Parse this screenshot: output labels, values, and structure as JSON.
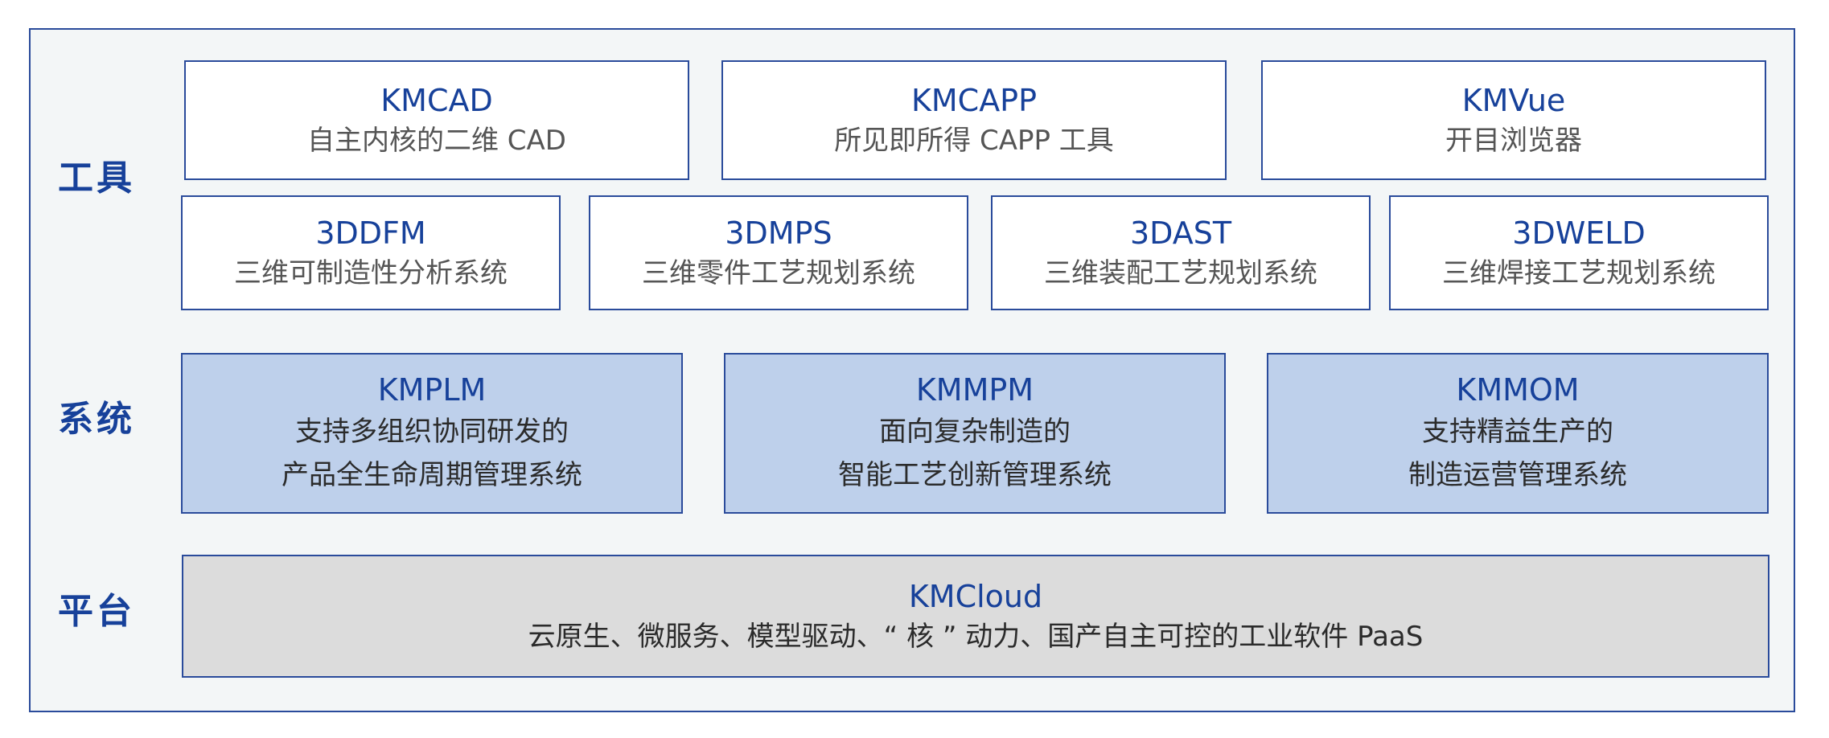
{
  "rows": {
    "tools": {
      "label": "工具",
      "items": [
        {
          "name": "KMCAD",
          "desc": "自主内核的二维 CAD"
        },
        {
          "name": "KMCAPP",
          "desc": "所见即所得 CAPP 工具"
        },
        {
          "name": "KMVue",
          "desc": "开目浏览器"
        },
        {
          "name": "3DDFM",
          "desc": "三维可制造性分析系统"
        },
        {
          "name": "3DMPS",
          "desc": "三维零件工艺规划系统"
        },
        {
          "name": "3DAST",
          "desc": "三维装配工艺规划系统"
        },
        {
          "name": "3DWELD",
          "desc": "三维焊接工艺规划系统"
        }
      ]
    },
    "systems": {
      "label": "系统",
      "items": [
        {
          "name": "KMPLM",
          "desc1": "支持多组织协同研发的",
          "desc2": "产品全生命周期管理系统"
        },
        {
          "name": "KMMPM",
          "desc1": "面向复杂制造的",
          "desc2": "智能工艺创新管理系统"
        },
        {
          "name": "KMMOM",
          "desc1": "支持精益生产的",
          "desc2": "制造运营管理系统"
        }
      ]
    },
    "platform": {
      "label": "平台",
      "items": [
        {
          "name": "KMCloud",
          "desc": "云原生、微服务、模型驱动、“ 核 ” 动力、国产自主可控的工业软件 PaaS"
        }
      ]
    }
  },
  "colors": {
    "border": "#2a4b9b",
    "accent_text": "#17419a",
    "system_fill": "#bed0eb",
    "platform_fill": "#dcdcdc",
    "frame_fill": "#f3f6f7"
  }
}
